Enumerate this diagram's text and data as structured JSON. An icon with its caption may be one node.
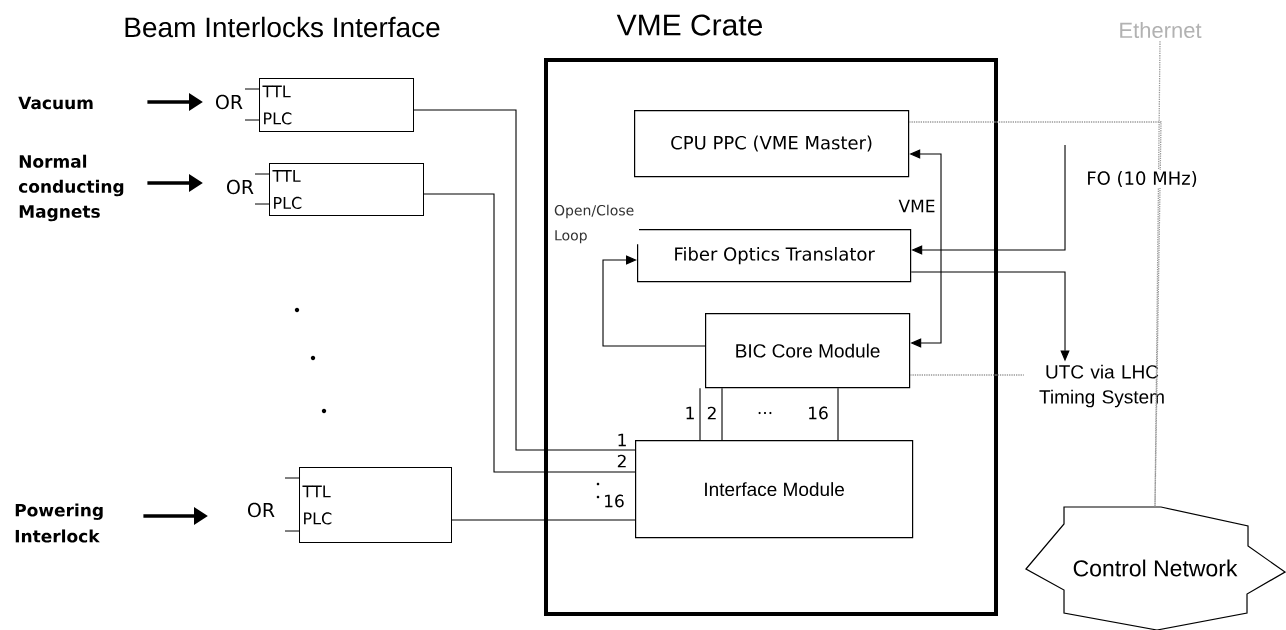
{
  "diagram": {
    "nodes": [
      {
        "text": [
          "Vacuum"
        ]
      },
      {
        "text": [
          "Normal conducting Magnets"
        ]
      },
      {
        "text": [
          "Powering Interlock"
        ]
      },
      {
        "text": [
          "TTL",
          "PLC"
        ],
        "beside": [
          "OR"
        ]
      },
      {
        "text": [
          "TTL",
          "PLC"
        ],
        "beside": [
          "OR"
        ]
      },
      {
        "text": [
          "TTL",
          "PLC"
        ],
        "beside": [
          "OR"
        ]
      },
      {
        "text": [
          "VME Crate"
        ]
      },
      {
        "text": [
          "CPU PPC (VME Master)"
        ],
        "in": 6
      },
      {
        "text": [
          "Fiber Optics Translator"
        ],
        "in": 6
      },
      {
        "text": [
          "BIC Core Module"
        ],
        "in": 6
      },
      {
        "text": [
          "Interface Module"
        ],
        "in": 6
      },
      {
        "text": [
          "Control Network"
        ]
      },
      {
        "text": [
          "Ethernet"
        ]
      },
      {
        "text": [
          "UTC via LHC Timing System"
        ]
      }
    ],
    "edges": [
      {
        "from": 0,
        "to": 3,
        "arrow": "to",
        "style": "thick"
      },
      {
        "from": 1,
        "to": 4,
        "arrow": "to",
        "style": "thick"
      },
      {
        "from": 2,
        "to": 5,
        "arrow": "to",
        "style": "thick"
      },
      {
        "from": 3,
        "to": 10,
        "arrow": "none",
        "label": "1"
      },
      {
        "from": 4,
        "to": 10,
        "arrow": "none",
        "label": "2"
      },
      {
        "from": 5,
        "to": 10,
        "arrow": "none",
        "label": "16"
      },
      {
        "from": 9,
        "to": 10,
        "arrow": "none",
        "label": "1"
      },
      {
        "from": 9,
        "to": 10,
        "arrow": "none",
        "label": "2"
      },
      {
        "from": 9,
        "to": 10,
        "arrow": "none",
        "label": "16"
      },
      {
        "from": 9,
        "to": 7,
        "arrow": "both",
        "label": "VME"
      },
      {
        "from": null,
        "to": 8,
        "arrow": "to",
        "label": "FO (10 MHz)"
      },
      {
        "from": 9,
        "to": 8,
        "arrow": "to",
        "label": "Open/Close Loop"
      },
      {
        "from": 8,
        "to": 13,
        "arrow": "to"
      },
      {
        "from": 9,
        "to": 13,
        "arrow": "none",
        "style": "dashed",
        "color": "#999999"
      },
      {
        "from": 12,
        "to": 11,
        "arrow": "none",
        "style": "dashed",
        "color": "#999999"
      },
      {
        "from": 7,
        "to": 11,
        "arrow": "none",
        "style": "dashed",
        "color": "#999999"
      }
    ],
    "labels": [
      "Beam Interlocks Interface",
      "..."
    ]
  }
}
